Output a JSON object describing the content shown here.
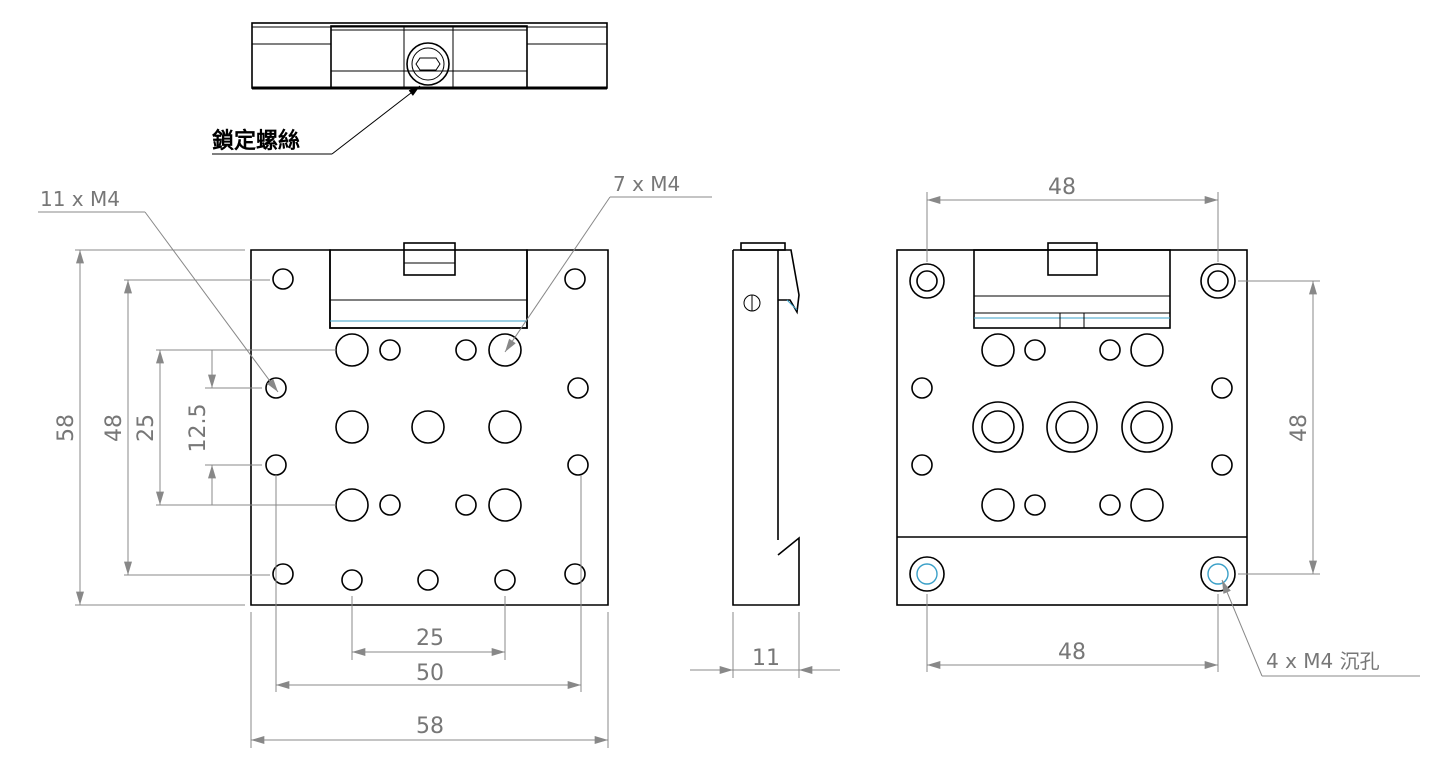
{
  "callouts": {
    "lock_screw": "鎖定螺絲",
    "holes_left": "11 x M4",
    "holes_top": "7 x M4",
    "counterbore": "4 x M4 沉孔"
  },
  "dimensions": {
    "front_height": "58",
    "front_hole_span_v": "48",
    "front_inner_v": "25",
    "front_half_v": "12.5",
    "front_bottom_25": "25",
    "front_bottom_50": "50",
    "front_width": "58",
    "side_thickness": "11",
    "back_top": "48",
    "back_right": "48",
    "back_bottom": "48"
  },
  "colors": {
    "line": "#000000",
    "dimension": "#888888",
    "accent": "#3aa0c8"
  }
}
